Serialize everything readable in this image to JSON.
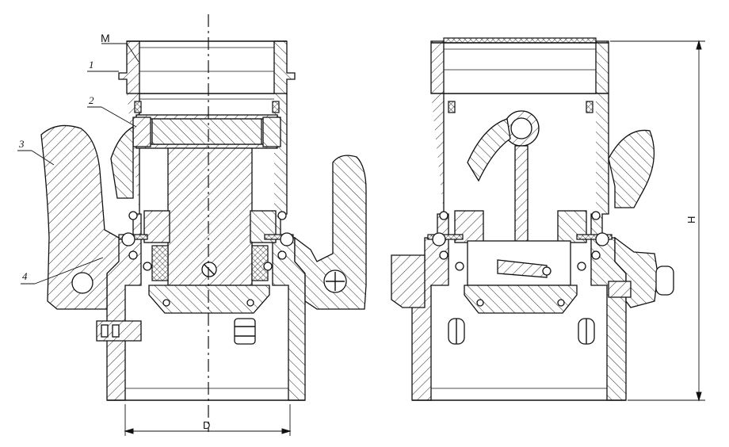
{
  "drawing": {
    "callouts": {
      "m": "M",
      "p1": "1",
      "p2": "2",
      "p3": "3",
      "p4": "4"
    },
    "dimensions": {
      "diameter": "D",
      "height": "H"
    }
  }
}
